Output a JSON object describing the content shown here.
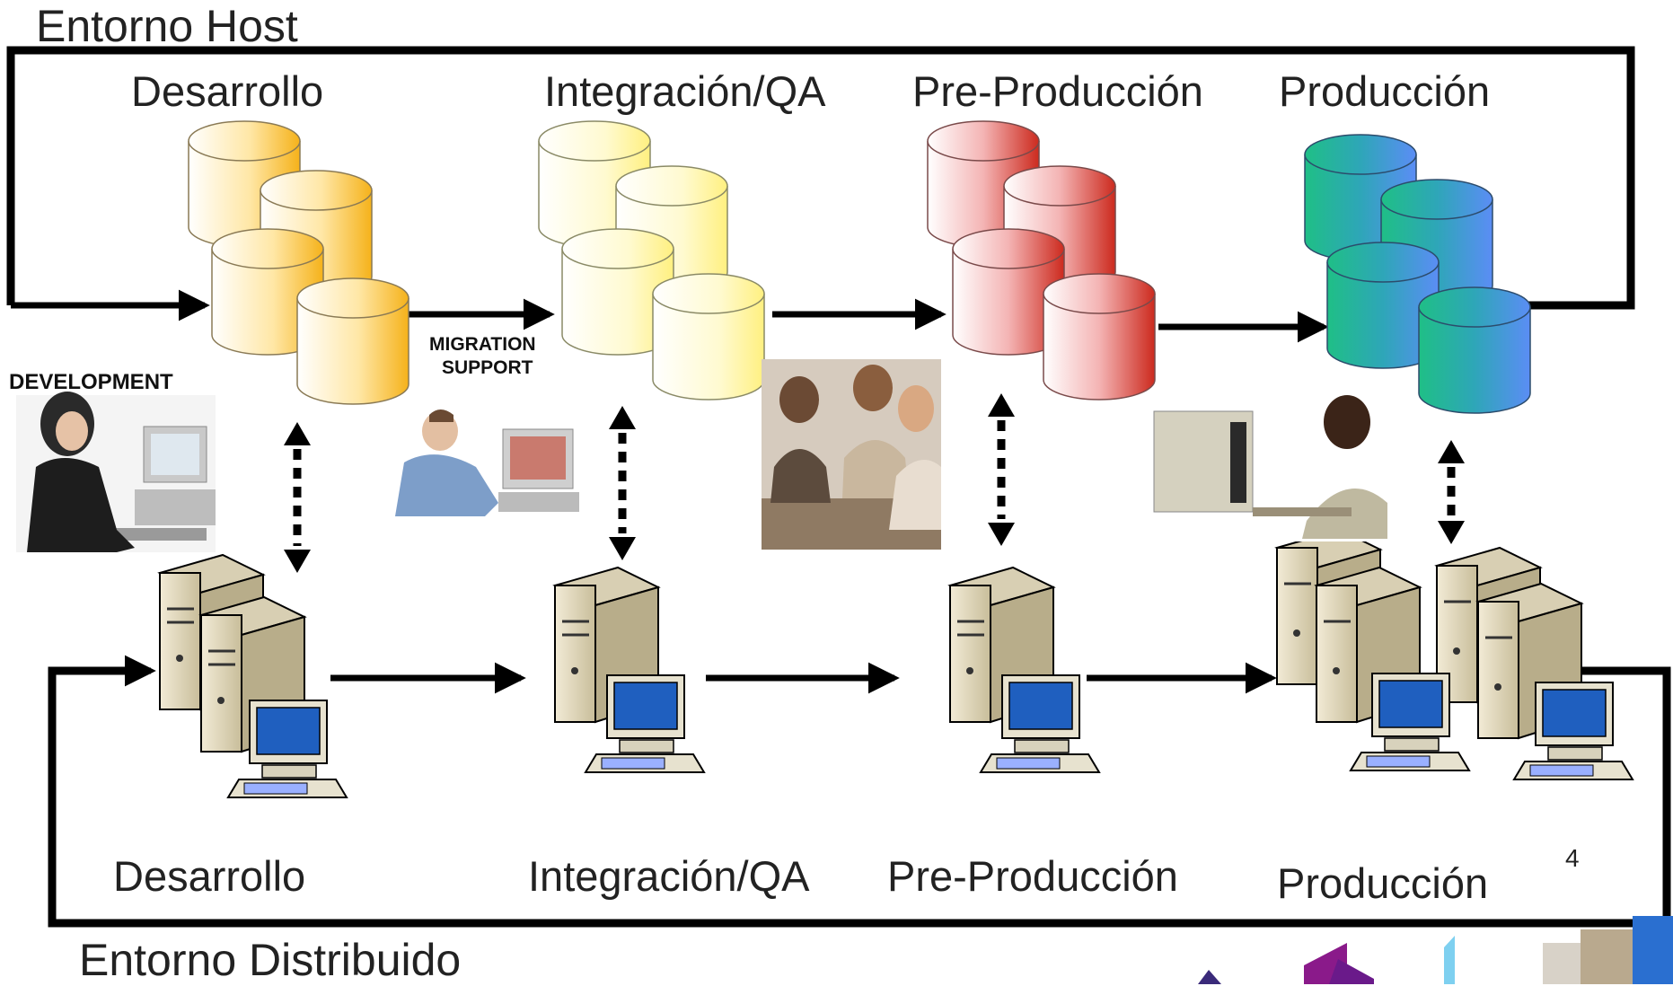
{
  "host_env_label": "Entorno Host",
  "dist_env_label": "Entorno Distribuido",
  "host_stages": [
    "Desarrollo",
    "Integración/QA",
    "Pre-Producción",
    "Producción"
  ],
  "dist_stages": [
    "Desarrollo",
    "Integración/QA",
    "Pre-Producción",
    "Producción"
  ],
  "development_caption": "DEVELOPMENT",
  "migration_caption_line1": "MIGRATION",
  "migration_caption_line2": "SUPPORT",
  "page_number": "4",
  "stage_colors": {
    "desarrollo": "#f5b21a",
    "integracion": "#fff080",
    "preproduccion": "#cc2a1e",
    "produccion": "#5b8df5"
  }
}
